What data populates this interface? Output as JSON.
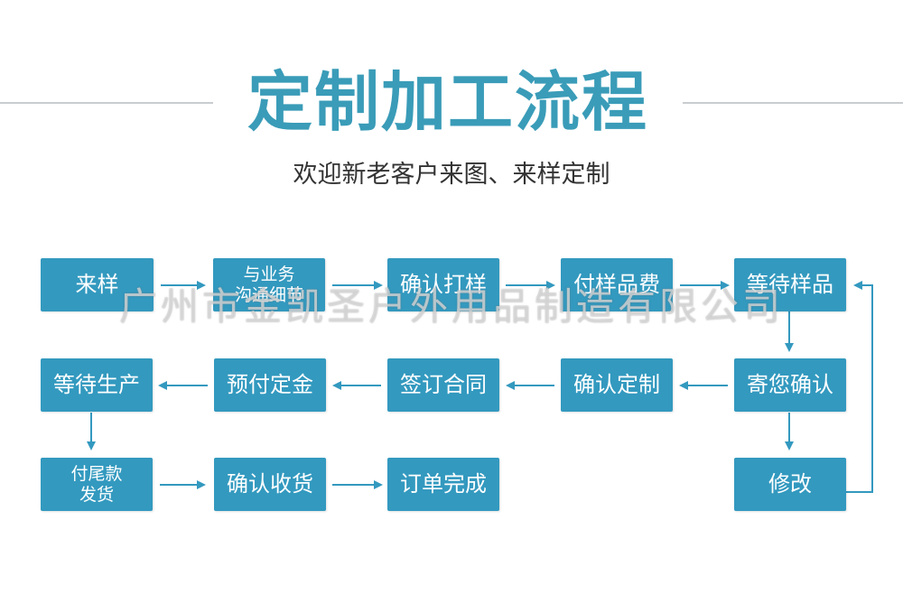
{
  "header": {
    "title": "定制加工流程",
    "subtitle": "欢迎新老客户来图、来样定制"
  },
  "flow": {
    "row1": [
      "来样",
      "与业务沟通细节",
      "确认打样",
      "付样品费",
      "等待样品"
    ],
    "row1_b2_line1": "与业务",
    "row1_b2_line2": "沟通细节",
    "row2": [
      "等待生产",
      "预付定金",
      "签订合同",
      "确认定制",
      "寄您确认"
    ],
    "row3": [
      "付尾款发货",
      "确认收货",
      "订单完成",
      "修改"
    ],
    "row3_b1_line1": "付尾款",
    "row3_b1_line2": "发货"
  },
  "watermark": "广州市金凯圣户外用品制造有限公司",
  "colors": {
    "box": "#3399bf",
    "arrow": "#3399bf",
    "title": "#3a9cb8",
    "rule": "#c9cdd0"
  }
}
